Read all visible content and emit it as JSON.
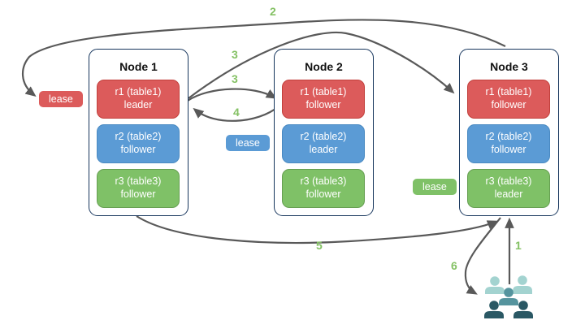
{
  "diagram": {
    "nodes": [
      {
        "title": "Node 1",
        "replicas": [
          {
            "label": "r1 (table1)",
            "role": "leader",
            "color": "red"
          },
          {
            "label": "r2 (table2)",
            "role": "follower",
            "color": "blue"
          },
          {
            "label": "r3 (table3)",
            "role": "follower",
            "color": "green"
          }
        ]
      },
      {
        "title": "Node 2",
        "replicas": [
          {
            "label": "r1 (table1)",
            "role": "follower",
            "color": "red"
          },
          {
            "label": "r2 (table2)",
            "role": "leader",
            "color": "blue"
          },
          {
            "label": "r3 (table3)",
            "role": "follower",
            "color": "green"
          }
        ]
      },
      {
        "title": "Node 3",
        "replicas": [
          {
            "label": "r1 (table1)",
            "role": "follower",
            "color": "red"
          },
          {
            "label": "r2 (table2)",
            "role": "follower",
            "color": "blue"
          },
          {
            "label": "r3 (table3)",
            "role": "leader",
            "color": "green"
          }
        ]
      }
    ],
    "leases": [
      {
        "label": "lease",
        "color": "red"
      },
      {
        "label": "lease",
        "color": "blue"
      },
      {
        "label": "lease",
        "color": "green"
      }
    ],
    "steps": [
      {
        "text": "1"
      },
      {
        "text": "2"
      },
      {
        "text": "3"
      },
      {
        "text": "3"
      },
      {
        "text": "4"
      },
      {
        "text": "5"
      },
      {
        "text": "6"
      }
    ],
    "icons": {
      "users": "users-icon"
    },
    "colors": {
      "replica_red": "#dc5b5b",
      "replica_blue": "#5b9bd5",
      "replica_green": "#7fc167",
      "step_label_green": "#84c164",
      "arrow_gray": "#595959",
      "node_border_navy": "#17365d",
      "users_light_teal": "#a3d3d0",
      "users_mid_teal": "#55949e",
      "users_dark_teal": "#2a5864"
    }
  }
}
